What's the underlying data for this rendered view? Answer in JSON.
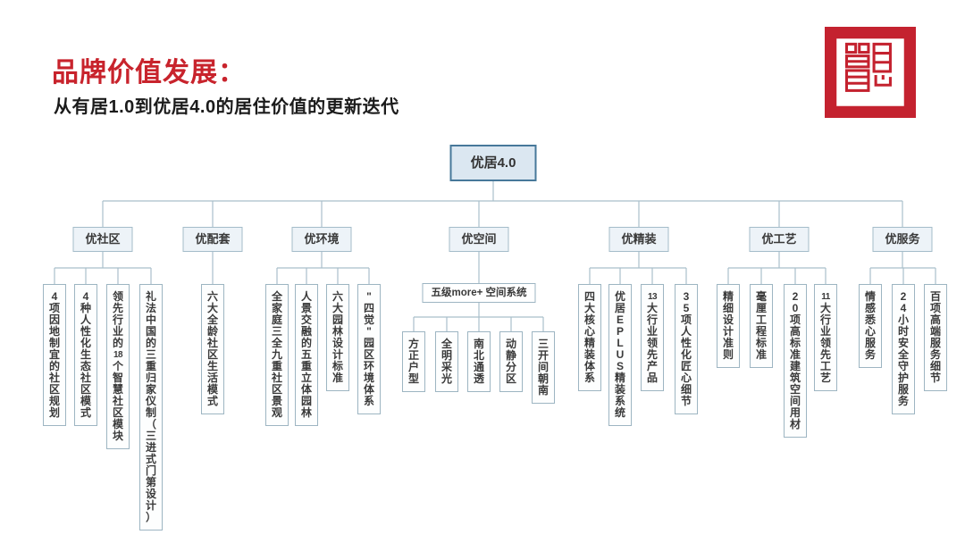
{
  "header": {
    "title": "品牌价值发展：",
    "subtitle": "从有居1.0到优居4.0的居住价值的更新迭代"
  },
  "logo": {
    "color": "#c4222f",
    "style": "red square seal emblem"
  },
  "colors": {
    "accent_red": "#c8232c",
    "text_dark": "#1b1b1b",
    "node_text": "#3a3a3a",
    "line": "#a9bfca",
    "leaf_border": "#9db5c2",
    "l1_bg": "#edf3f8",
    "root_bg": "#dbe7f1",
    "root_border": "#47789a"
  },
  "tree": {
    "root": "优居4.0",
    "branches": [
      {
        "label": "优社区",
        "children": [
          "4项因地制宜的社区规划",
          "4种人性化生态社区模式",
          "领先行业的18个智慧社区模块",
          "礼法中国的三重归家仪制（三进式门第设计）"
        ]
      },
      {
        "label": "优配套",
        "children": [
          "六大全龄社区生活模式"
        ]
      },
      {
        "label": "优环境",
        "children": [
          "全家庭三全九重社区景观",
          "人景交融的五重立体园林",
          "六大园林设计标准",
          "\"四觉\"园区环境体系"
        ]
      },
      {
        "label": "优空间",
        "group": {
          "label": "五级more+ 空间系统",
          "children": [
            "方正户型",
            "全明采光",
            "南北通透",
            "动静分区",
            "三开间朝南"
          ]
        }
      },
      {
        "label": "优精装",
        "children": [
          "四大核心精装体系",
          "优居EPLUS精装系统",
          "13大行业领先产品",
          "35项人性化匠心细节"
        ]
      },
      {
        "label": "优工艺",
        "children": [
          "精细设计准则",
          "毫厘工程标准",
          "20项高标准建筑空间用材",
          "11大行业领先工艺"
        ]
      },
      {
        "label": "优服务",
        "children": [
          "情感悉心服务",
          "24小时安全守护服务",
          "百项高端服务细节"
        ]
      }
    ]
  }
}
